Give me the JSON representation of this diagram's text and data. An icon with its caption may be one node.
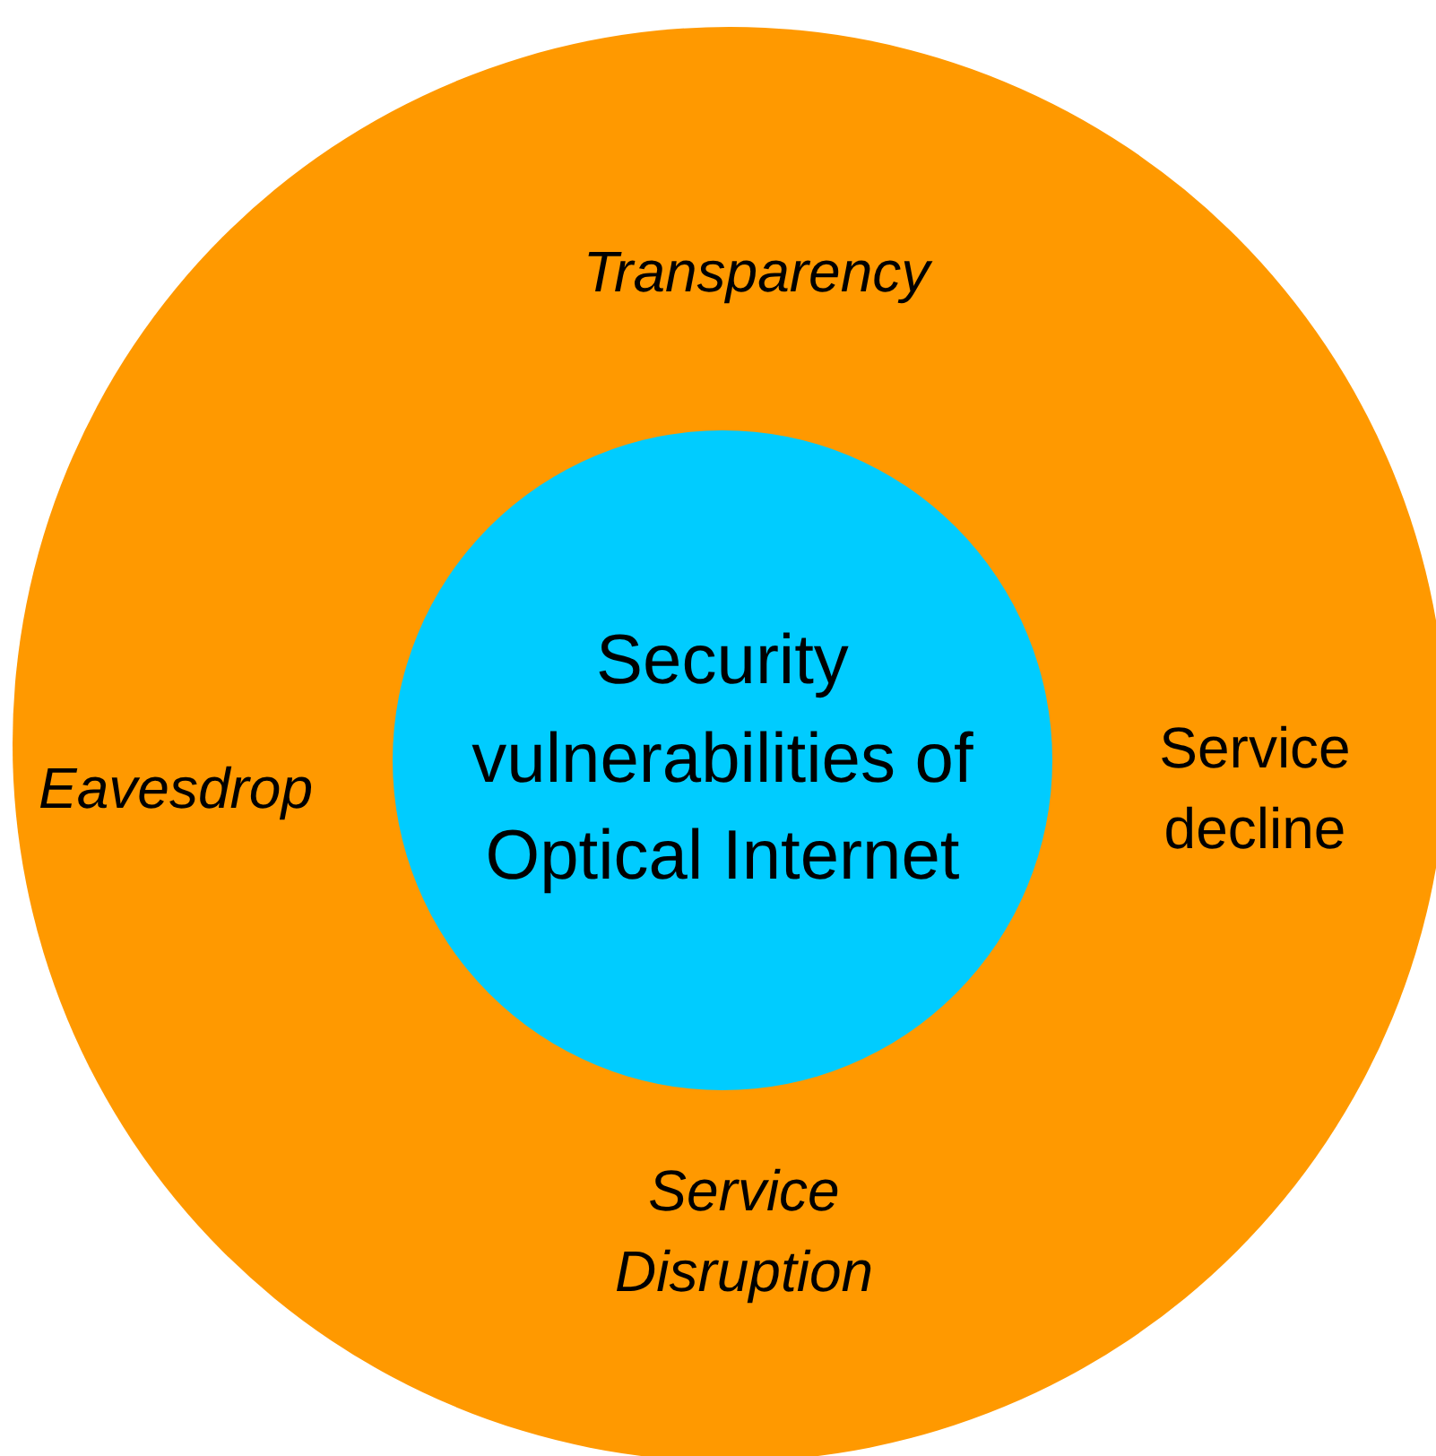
{
  "diagram": {
    "nodes": [
      {
        "text": [
          "Transparency",
          "Eavesdrop",
          "Service decline",
          "Service Disruption"
        ]
      },
      {
        "text": [
          "Security vulnerabilities of Optical Internet"
        ],
        "in": 0
      }
    ]
  }
}
